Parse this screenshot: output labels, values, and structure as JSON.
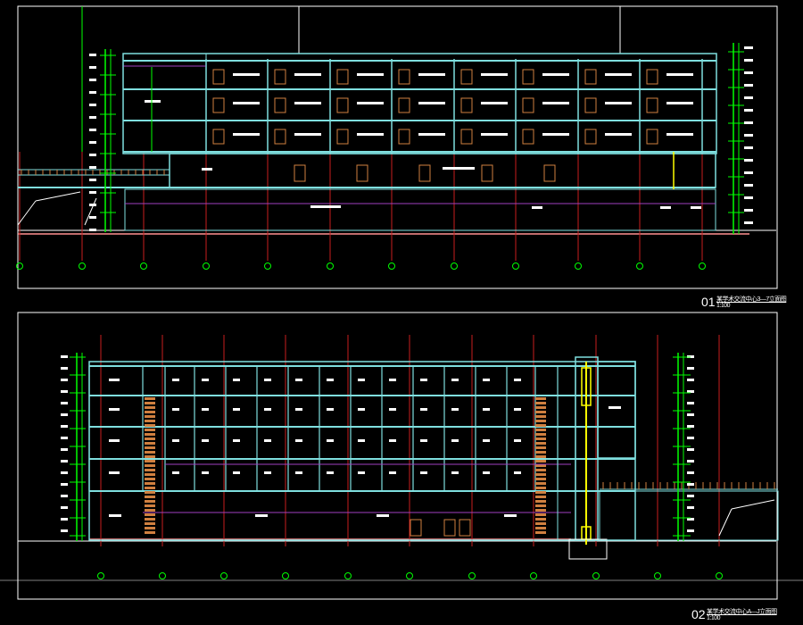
{
  "drawing_1": {
    "number": "01",
    "caption": "某学术交流中心3—7立面图",
    "scale": "1:100"
  },
  "drawing_2": {
    "number": "02",
    "caption": "某学术交流中心A—J立面图",
    "scale": "1:100"
  },
  "colors": {
    "background": "#000000",
    "frame": "#ffffff",
    "structure": "#7fdfdf",
    "grid_axis": "#c81e1e",
    "annotation": "#00ff00",
    "purple_line": "#a040c0",
    "highlight": "#ffff00",
    "orange": "#d08040"
  }
}
